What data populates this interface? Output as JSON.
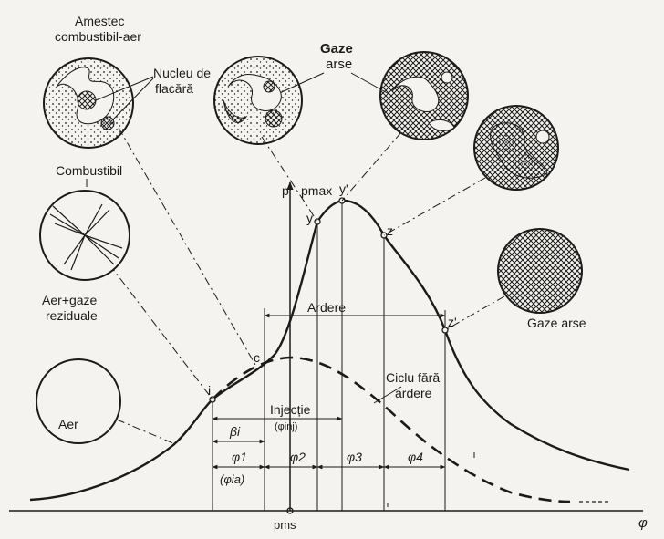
{
  "labels": {
    "amestec_line1": "Amestec",
    "amestec_line2": "combustibil-aer",
    "nucleu_line1": "Nucleu de",
    "nucleu_line2": "flacără",
    "gaze_arse_top_line1": "Gaze",
    "gaze_arse_top_line2": "arse",
    "combustibil": "Combustibil",
    "aer_gaze_line1": "Aer+gaze",
    "aer_gaze_line2": "reziduale",
    "aer": "Aer",
    "gaze_arse_right": "Gaze arse",
    "ciclu_line1": "Ciclu fără",
    "ciclu_line2": "ardere",
    "ardere": "Ardere",
    "injectie": "Injecție",
    "phi_inj": "(φinj)",
    "p_axis": "p",
    "p_max": "pmax",
    "pms": "pms",
    "phi_axis": "φ"
  },
  "points": {
    "i": "i",
    "c": "c",
    "y": "y",
    "y_prime": "y'",
    "z": "z",
    "z_prime": "z'"
  },
  "intervals": {
    "beta_i": "βi",
    "phi1": "φ1",
    "phi_ia": "(φia)",
    "phi2": "φ2",
    "phi3": "φ3",
    "phi4": "φ4"
  },
  "colors": {
    "ink": "#1b1b1b",
    "paper": "#f4f3ef"
  }
}
